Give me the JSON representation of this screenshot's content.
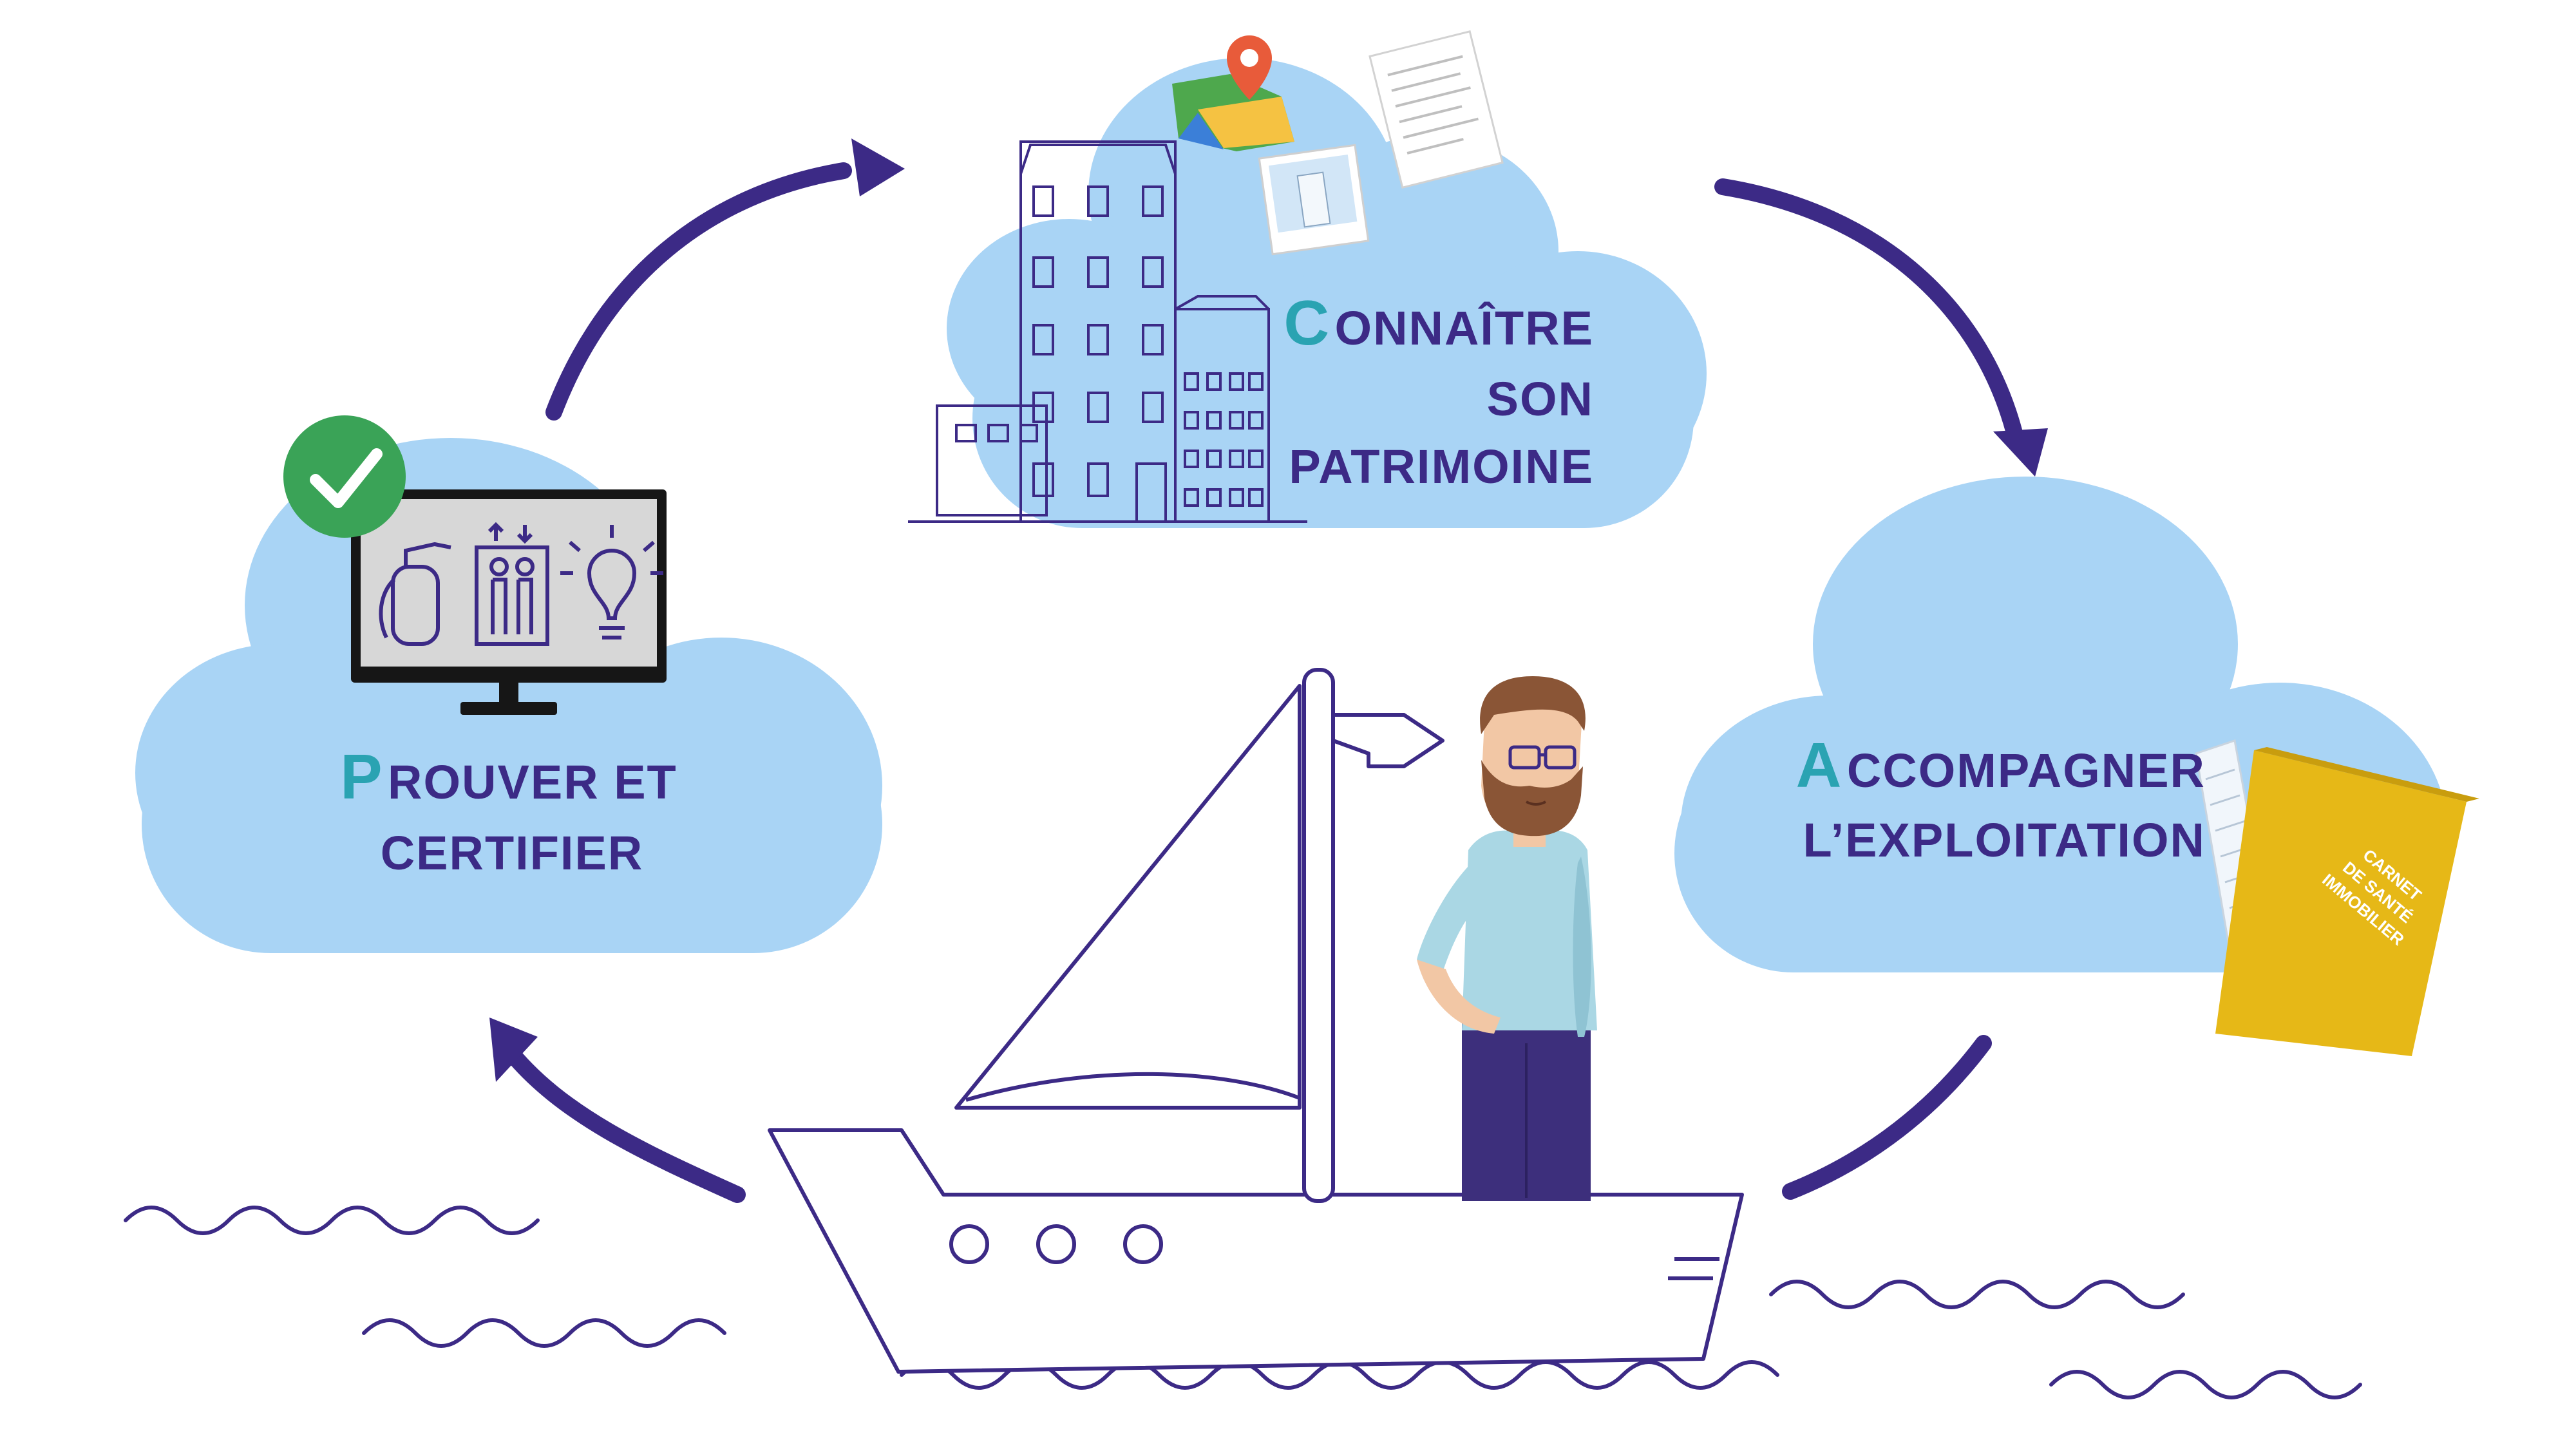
{
  "colors": {
    "cloud": "#a9d4f5",
    "arrow": "#3c2a86",
    "title_text": "#3c2a86",
    "title_initial": "#2aa3b2",
    "check_badge": "#3aa357",
    "book_cover": "#e6b817",
    "shirt": "#aad7e4",
    "trousers": "#3d2f7c",
    "beard": "#8a5536",
    "skin": "#f2c7a5"
  },
  "stages": {
    "connaitre": {
      "initial": "C",
      "line1_rest": "ONNAÎTRE",
      "line2": "SON",
      "line3": "PATRIMOINE"
    },
    "accompagner": {
      "initial": "A",
      "line1_rest": "CCOMPAGNER",
      "line2": "L’EXPLOITATION"
    },
    "prouver": {
      "initial": "P",
      "line1_rest": "ROUVER ET",
      "line2": "CERTIFIER"
    }
  },
  "book": {
    "line1": "CARNET",
    "line2": "DE SANTÉ",
    "line3": "IMMOBILIER"
  },
  "icons": [
    "map-pin-icon",
    "map-icon",
    "document-icon",
    "photo-icon",
    "building-icon",
    "checkmark-icon",
    "monitor-icon",
    "fire-extinguisher-icon",
    "elevator-icon",
    "light-bulb-icon",
    "book-icon",
    "sailboat-icon",
    "person-icon",
    "waves-icon"
  ]
}
